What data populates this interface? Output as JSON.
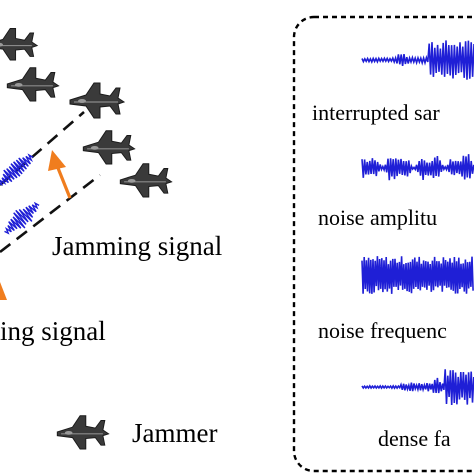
{
  "labels": {
    "jamming_signal": "Jamming signal",
    "echo_signal_partial": "ing signal",
    "jammer_legend": "Jammer"
  },
  "legend_panel": {
    "items": [
      {
        "label": "interrupted sar"
      },
      {
        "label": "noise amplitu"
      },
      {
        "label": "noise frequenc"
      },
      {
        "label": "dense fa"
      }
    ]
  },
  "colors": {
    "waveform_blue": "#1f1fd6",
    "arrow_orange": "#f07d1e",
    "jet_gray": "#3a3a3a",
    "outline": "#000000"
  }
}
